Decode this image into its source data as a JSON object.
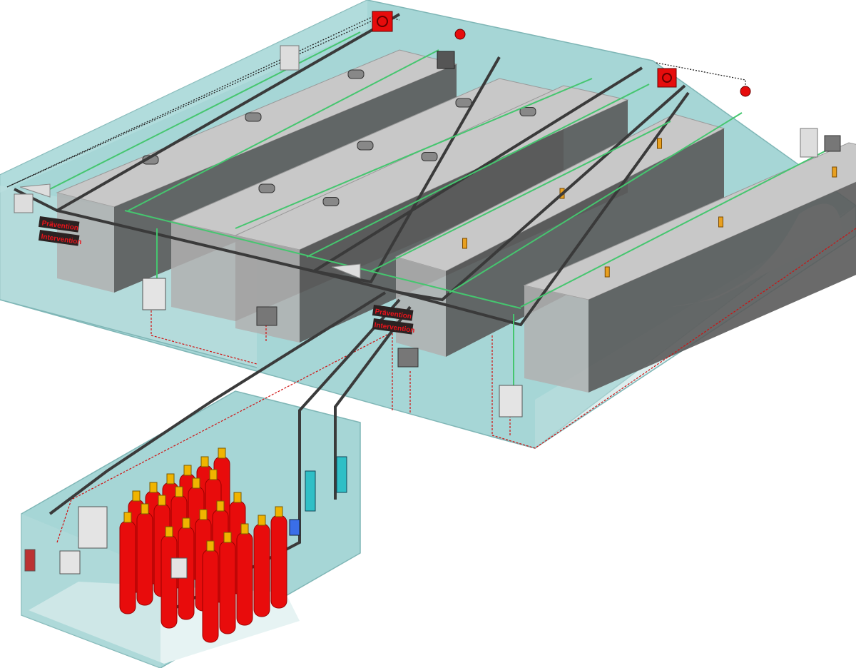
{
  "signs": [
    {
      "top": "Prävention",
      "bottom": "Intervention"
    },
    {
      "top": "Prävention",
      "bottom": "Intervention"
    }
  ],
  "colors": {
    "room": "#9fd3d3",
    "rack_top": "#c8c8c8",
    "rack_side": "#5a5a5a",
    "cylinder": "#e80c0c",
    "valve": "#f0b400",
    "detector_line": "#3fc36a",
    "pipe": "#333333",
    "alarm_wiring": "#d01010"
  },
  "icons": [
    "smoke-detector-icon",
    "alarm-siren-icon",
    "horn-icon",
    "vent-grille-icon",
    "control-panel-icon",
    "nozzle-icon",
    "extinguishing-cylinder-icon"
  ]
}
